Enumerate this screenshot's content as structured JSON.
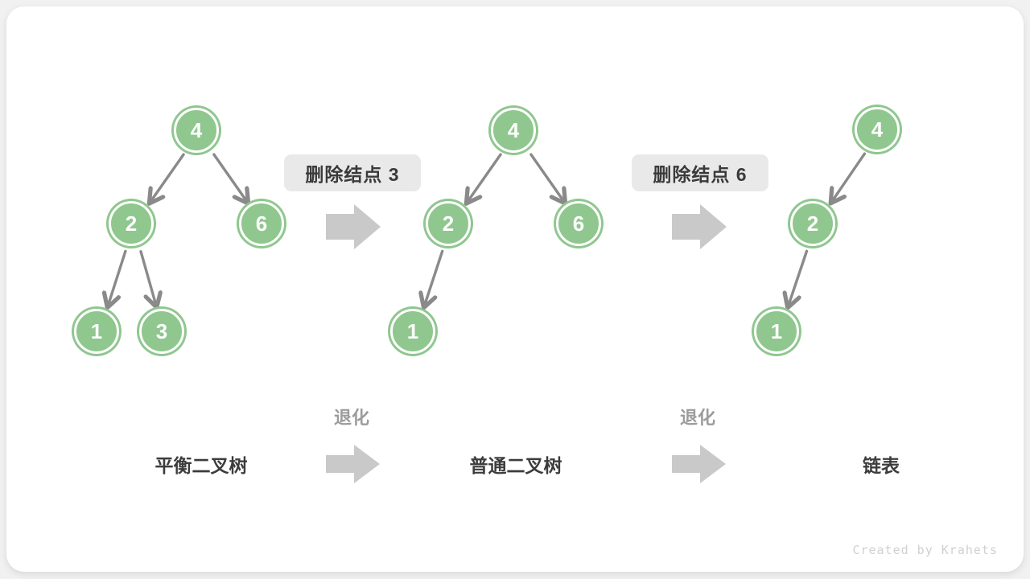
{
  "watermark": "Created by Krahets",
  "colors": {
    "page_bg": "#F1F1F1",
    "card_bg": "#FFFFFF",
    "node_green": "#8FC78F",
    "node_text": "#FFFFFF",
    "edge_gray": "#8A8A8A",
    "block_arrow_gray": "#C9C9C9",
    "badge_bg": "#E9E9E9",
    "badge_text": "#3A3A3A",
    "caption_text": "#3C3C3C",
    "degrade_text": "#9C9C9C",
    "watermark_text": "#D0D0D0"
  },
  "trees": [
    {
      "caption": "平衡二叉树",
      "nodes": [
        {
          "value": "4"
        },
        {
          "value": "2"
        },
        {
          "value": "6"
        },
        {
          "value": "1"
        },
        {
          "value": "3"
        }
      ]
    },
    {
      "caption": "普通二叉树",
      "nodes": [
        {
          "value": "4"
        },
        {
          "value": "2"
        },
        {
          "value": "6"
        },
        {
          "value": "1"
        }
      ]
    },
    {
      "caption": "链表",
      "nodes": [
        {
          "value": "4"
        },
        {
          "value": "2"
        },
        {
          "value": "1"
        }
      ]
    }
  ],
  "transitions": [
    {
      "badge": "删除结点 3",
      "label": "退化"
    },
    {
      "badge": "删除结点 6",
      "label": "退化"
    }
  ]
}
